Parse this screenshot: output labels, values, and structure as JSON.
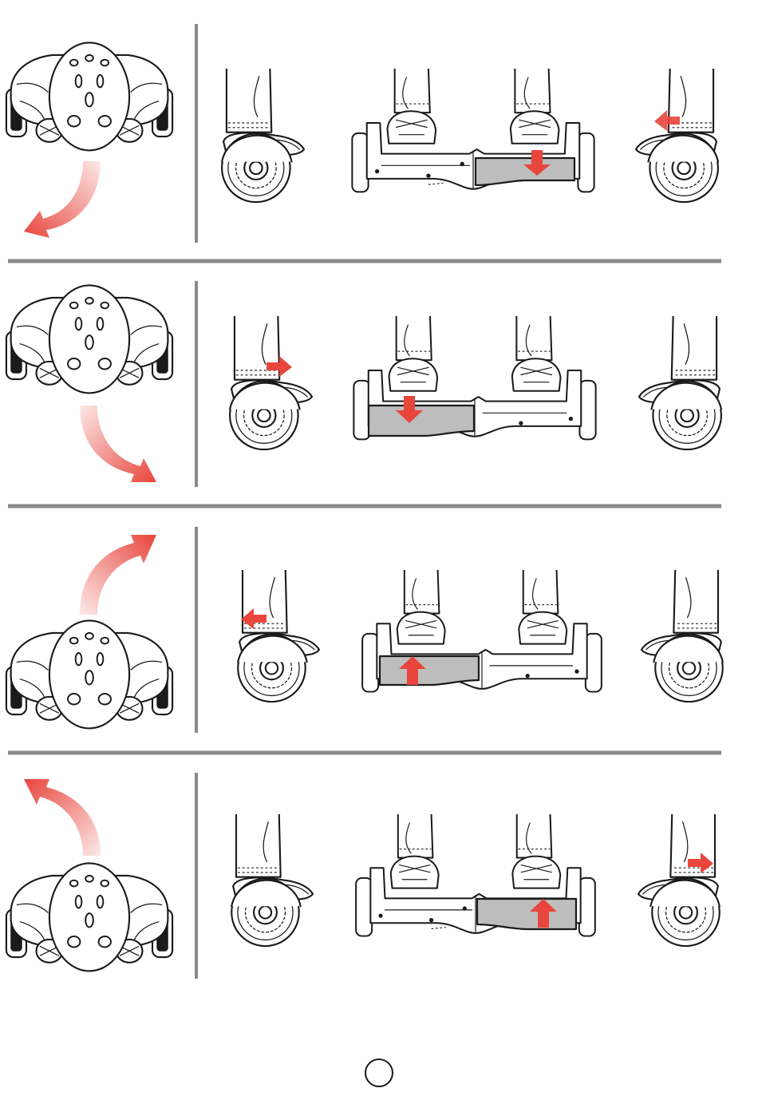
{
  "page": {
    "page_number": ""
  },
  "colors": {
    "arrow": "#e8453c",
    "divider": "#8a8a8a",
    "tilted_deck": "#bdbdbd",
    "ink": "#1a1a1a"
  },
  "icons": {
    "rider": "helmet-rider-top-view-icon",
    "turn_arrow": "curved-turn-arrow-icon",
    "wheel": "hoverboard-wheel-icon",
    "board": "hoverboard-board-icon",
    "tilt_arrow": "red-tilt-arrow-icon",
    "page_circle": "page-number-circle-icon"
  },
  "rows": [
    {
      "id": "turn-left",
      "rider": "top",
      "turn_arrow": "down-left",
      "tilted_side": "right",
      "tilt": "forward",
      "left_view_arrow": false,
      "right_view_arrow": true
    },
    {
      "id": "turn-right",
      "rider": "top",
      "turn_arrow": "down-right",
      "tilted_side": "left",
      "tilt": "forward",
      "left_view_arrow": true,
      "right_view_arrow": false
    },
    {
      "id": "reverse-left",
      "rider": "bottom",
      "turn_arrow": "up-right",
      "tilted_side": "left",
      "tilt": "backward",
      "left_view_arrow": true,
      "right_view_arrow": false
    },
    {
      "id": "reverse-right",
      "rider": "bottom",
      "turn_arrow": "up-left",
      "tilted_side": "right",
      "tilt": "backward",
      "left_view_arrow": false,
      "right_view_arrow": true
    }
  ]
}
